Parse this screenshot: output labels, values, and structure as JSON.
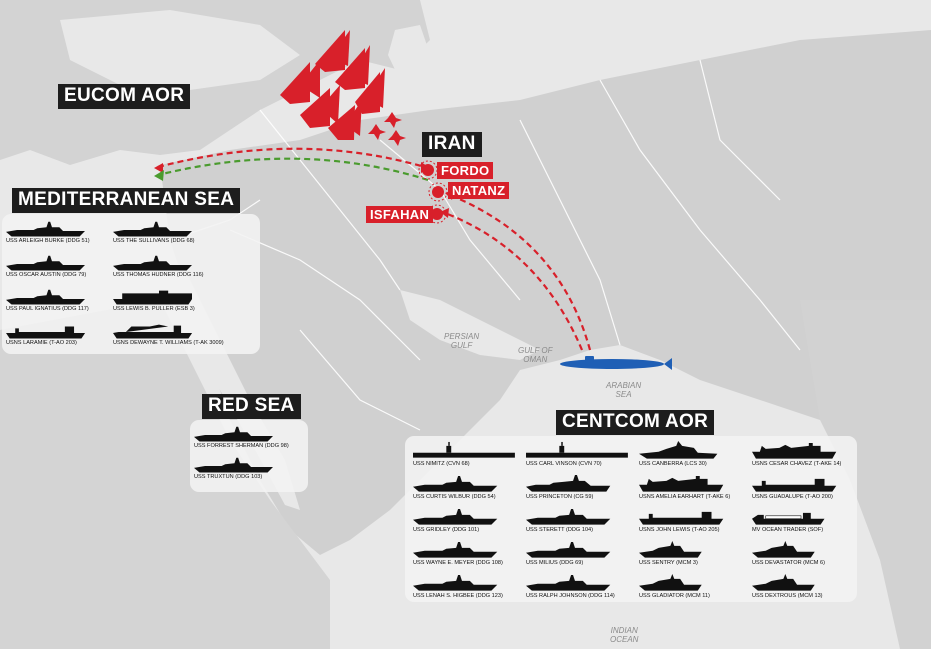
{
  "regions": {
    "eucom": "EUCOM AOR",
    "iran": "IRAN",
    "mediterranean": "MEDITERRANEAN SEA",
    "red_sea": "RED SEA",
    "centcom": "CENTCOM AOR"
  },
  "targets": [
    "FORDO",
    "NATANZ",
    "ISFAHAN"
  ],
  "water_labels": {
    "persian_gulf": "PERSIAN\nGULF",
    "gulf_of_oman": "GULF OF\nOMAN",
    "arabian_sea": "ARABIAN\nSEA",
    "indian_ocean": "INDIAN\nOCEAN"
  },
  "mediterranean_ships": [
    {
      "name": "USS ARLEIGH BURKE (DDG 51)",
      "type": "destroyer"
    },
    {
      "name": "USS THE SULLIVANS (DDG 68)",
      "type": "destroyer"
    },
    {
      "name": "USS OSCAR AUSTIN (DDG 79)",
      "type": "destroyer"
    },
    {
      "name": "USS THOMAS HUDNER (DDG 116)",
      "type": "destroyer"
    },
    {
      "name": "USS PAUL IGNATIUS (DDG 117)",
      "type": "destroyer"
    },
    {
      "name": "USS LEWIS B. PULLER (ESB 3)",
      "type": "esb"
    },
    {
      "name": "USNS LARAMIE (T-AO 203)",
      "type": "oiler"
    },
    {
      "name": "USNS DEWAYNE T. WILLIAMS (T-AK 3009)",
      "type": "cargo"
    }
  ],
  "red_sea_ships": [
    {
      "name": "USS FORREST SHERMAN (DDG 98)",
      "type": "destroyer"
    },
    {
      "name": "USS TRUXTUN (DDG 103)",
      "type": "destroyer"
    }
  ],
  "centcom_ships": [
    {
      "name": "USS NIMITZ (CVN 68)",
      "type": "carrier"
    },
    {
      "name": "USS CARL VINSON (CVN 70)",
      "type": "carrier"
    },
    {
      "name": "USS CANBERRA (LCS 30)",
      "type": "lcs"
    },
    {
      "name": "USNS CESAR CHAVEZ (T-AKE 14)",
      "type": "supply"
    },
    {
      "name": "USS CURTIS WILBUR (DDG 54)",
      "type": "destroyer"
    },
    {
      "name": "USS PRINCETON (CG 59)",
      "type": "cruiser"
    },
    {
      "name": "USNS AMELIA EARHART (T-AKE 6)",
      "type": "supply"
    },
    {
      "name": "USNS GUADALUPE (T-AO 200)",
      "type": "oiler"
    },
    {
      "name": "USS GRIDLEY (DDG 101)",
      "type": "destroyer"
    },
    {
      "name": "USS STERETT (DDG 104)",
      "type": "destroyer"
    },
    {
      "name": "USNS JOHN LEWIS (T-AO 205)",
      "type": "oiler"
    },
    {
      "name": "MV OCEAN TRADER (SOF)",
      "type": "trader"
    },
    {
      "name": "USS WAYNE E. MEYER (DDG 108)",
      "type": "destroyer"
    },
    {
      "name": "USS MILIUS (DDG 69)",
      "type": "destroyer"
    },
    {
      "name": "USS SENTRY (MCM 3)",
      "type": "mcm"
    },
    {
      "name": "USS DEVASTATOR (MCM 6)",
      "type": "mcm"
    },
    {
      "name": "USS LENAH S. HIGBEE (DDG 123)",
      "type": "destroyer"
    },
    {
      "name": "USS RALPH JOHNSON (DDG 114)",
      "type": "destroyer"
    },
    {
      "name": "USS GLADIATOR (MCM 11)",
      "type": "mcm"
    },
    {
      "name": "USS DEXTROUS (MCM 13)",
      "type": "mcm"
    }
  ],
  "colors": {
    "strike_red": "#d8202a",
    "return_green": "#4a9b2e",
    "submarine_blue": "#1f5fb5",
    "label_bg": "#1d1d1d",
    "land": "#d2d2d2",
    "sea": "#e9e9e9"
  }
}
